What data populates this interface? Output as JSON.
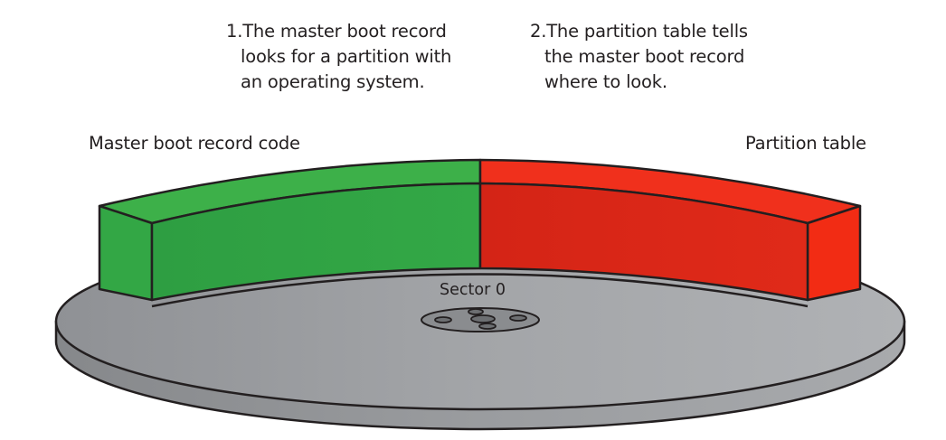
{
  "notes": [
    {
      "number": "1.",
      "lines": [
        "The master boot record",
        "looks for a partition with",
        "an operating system."
      ]
    },
    {
      "number": "2.",
      "lines": [
        "The partition table tells",
        "the master boot record",
        "where to look."
      ]
    }
  ],
  "labels": {
    "mbr_code": "Master boot record code",
    "partition_table": "Partition table",
    "sector": "Sector 0"
  },
  "colors": {
    "mbr_top": "#3db049",
    "mbr_front": "#2ea043",
    "mbr_side": "#33a745",
    "pt_top": "#f0301c",
    "pt_front": "#d82818",
    "pt_side": "#f22c14",
    "disk_top": "#a7a9ac",
    "disk_edge": "#9d9fa2",
    "hub": "#8e9093",
    "outline": "#231f20"
  }
}
